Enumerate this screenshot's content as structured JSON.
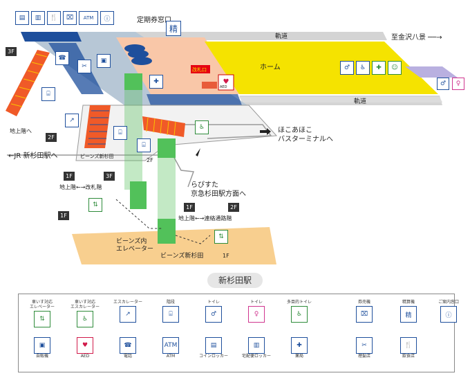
{
  "labels": {
    "teiki": "定期券窓口",
    "kidou_top": "軌道",
    "kidou_bottom": "軌道",
    "kanazawa": "至金沢八景 ──→",
    "home": "ホーム",
    "kaisatsu": "改札口",
    "aed": "AED",
    "chijou_left": "地上階へ",
    "jr": "←JR 新杉田駅へ",
    "beans_2f_label": "ビーンズ新杉田",
    "two_f_small": "2F",
    "hokohoko_1": "ほこあほこ",
    "hokohoko_2": "バスターミナルへ",
    "rapisuta_1": "らぴすた",
    "rapisuta_2": "京急杉田駅方面へ",
    "route1_top_a": "1F",
    "route1_top_b": "3F",
    "route1_text": "地上階←→改札階",
    "route2_top_a": "1F",
    "route2_top_b": "2F",
    "route2_text": "地上階←→連絡通路階",
    "beans_ev_1": "ビーンズ内",
    "beans_ev_2": "エレベーター",
    "beans_1f": "ビーンズ新杉田",
    "one_f_small": "1F",
    "station_name": "新杉田駅"
  },
  "floors": {
    "f3": "3F",
    "f2": "2F",
    "f1": "1F"
  },
  "map_icons": {
    "locker": "coin-locker-icon",
    "ticket_locker": "delivery-locker-icon",
    "restaurant": "restaurant-icon",
    "ticket_vending": "ticket-machine-icon",
    "atm": "ATM",
    "info": "info-desk-icon",
    "seisan": "精",
    "phone": "phone-icon",
    "barber": "barber-icon",
    "vending": "vending-machine-icon"
  },
  "legend": [
    {
      "cap": "車いす対応\nエレベーター",
      "icon": "elevator-icon",
      "glyph": "⇅"
    },
    {
      "cap": "車いす対応\nエスカレーター",
      "icon": "wheelchair-escalator-icon",
      "glyph": "♿"
    },
    {
      "cap": "エスカレーター",
      "icon": "escalator-icon",
      "glyph": "↗"
    },
    {
      "cap": "階段",
      "icon": "stairs-icon",
      "glyph": "⌸"
    },
    {
      "cap": "トイレ",
      "icon": "men-toilet-icon",
      "glyph": "♂"
    },
    {
      "cap": "トイレ",
      "icon": "women-toilet-icon",
      "glyph": "♀"
    },
    {
      "cap": "多目的トイレ",
      "icon": "multipurpose-toilet-icon",
      "glyph": "♿"
    },
    {
      "cap": "券売機",
      "icon": "ticket-machine-icon",
      "glyph": "⌧"
    },
    {
      "cap": "精算機",
      "icon": "fare-adjustment-icon",
      "glyph": "精"
    },
    {
      "cap": "ご案内窓口",
      "icon": "info-desk-icon",
      "glyph": "ⓘ"
    },
    {
      "cap": "自販機",
      "icon": "vending-machine-icon",
      "glyph": "▣"
    },
    {
      "cap": "AED",
      "icon": "aed-icon",
      "glyph": "♥"
    },
    {
      "cap": "電話",
      "icon": "phone-icon",
      "glyph": "☎"
    },
    {
      "cap": "ATM",
      "icon": "atm-icon",
      "glyph": "ATM"
    },
    {
      "cap": "コインロッカー",
      "icon": "coin-locker-icon",
      "glyph": "▤"
    },
    {
      "cap": "宅配便ロッカー",
      "icon": "delivery-locker-icon",
      "glyph": "▥"
    },
    {
      "cap": "薬局",
      "icon": "pharmacy-icon",
      "glyph": "✚"
    },
    {
      "cap": "理髪店",
      "icon": "barber-icon",
      "glyph": "✂"
    },
    {
      "cap": "飲食店",
      "icon": "restaurant-icon",
      "glyph": "🍴"
    }
  ],
  "colors": {
    "platform": "#f5e300",
    "concourse": "#f9c7a8",
    "elevator": "#52c15a",
    "accent_blue": "#1e4f9c",
    "ground_floor": "#f8cf8f"
  }
}
